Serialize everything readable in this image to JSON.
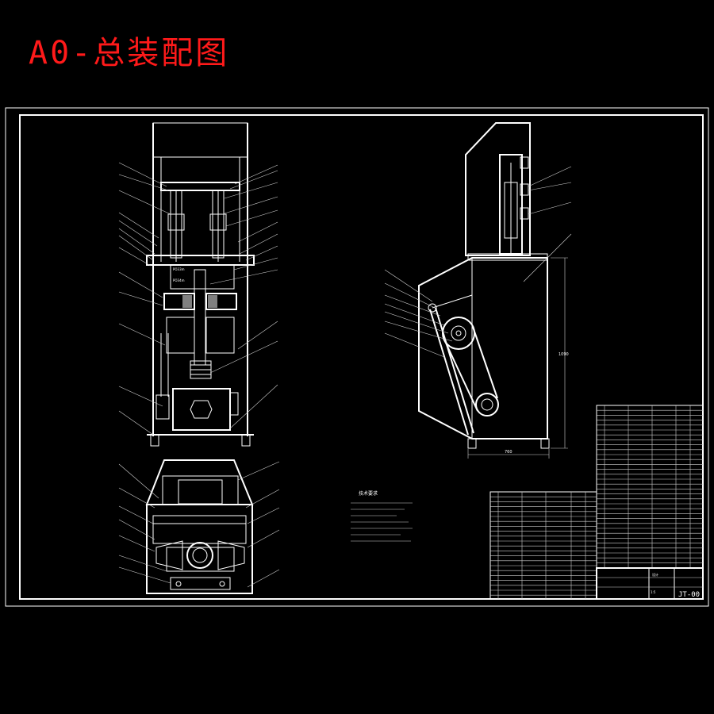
{
  "title": "A0-总装配图",
  "colors": {
    "background": "#000000",
    "title": "#ff1a1a",
    "lines": "#ffffff"
  },
  "front_view": {
    "label_block_1": "PO33m",
    "label_block_2": "PO34m"
  },
  "side_view": {
    "dim_width": "760",
    "dim_height": "1090"
  },
  "tech_notes": {
    "heading": "技术要求"
  },
  "title_block": {
    "drawing_number": "JT-00",
    "designer_label": "设计",
    "scale": "1:5"
  }
}
